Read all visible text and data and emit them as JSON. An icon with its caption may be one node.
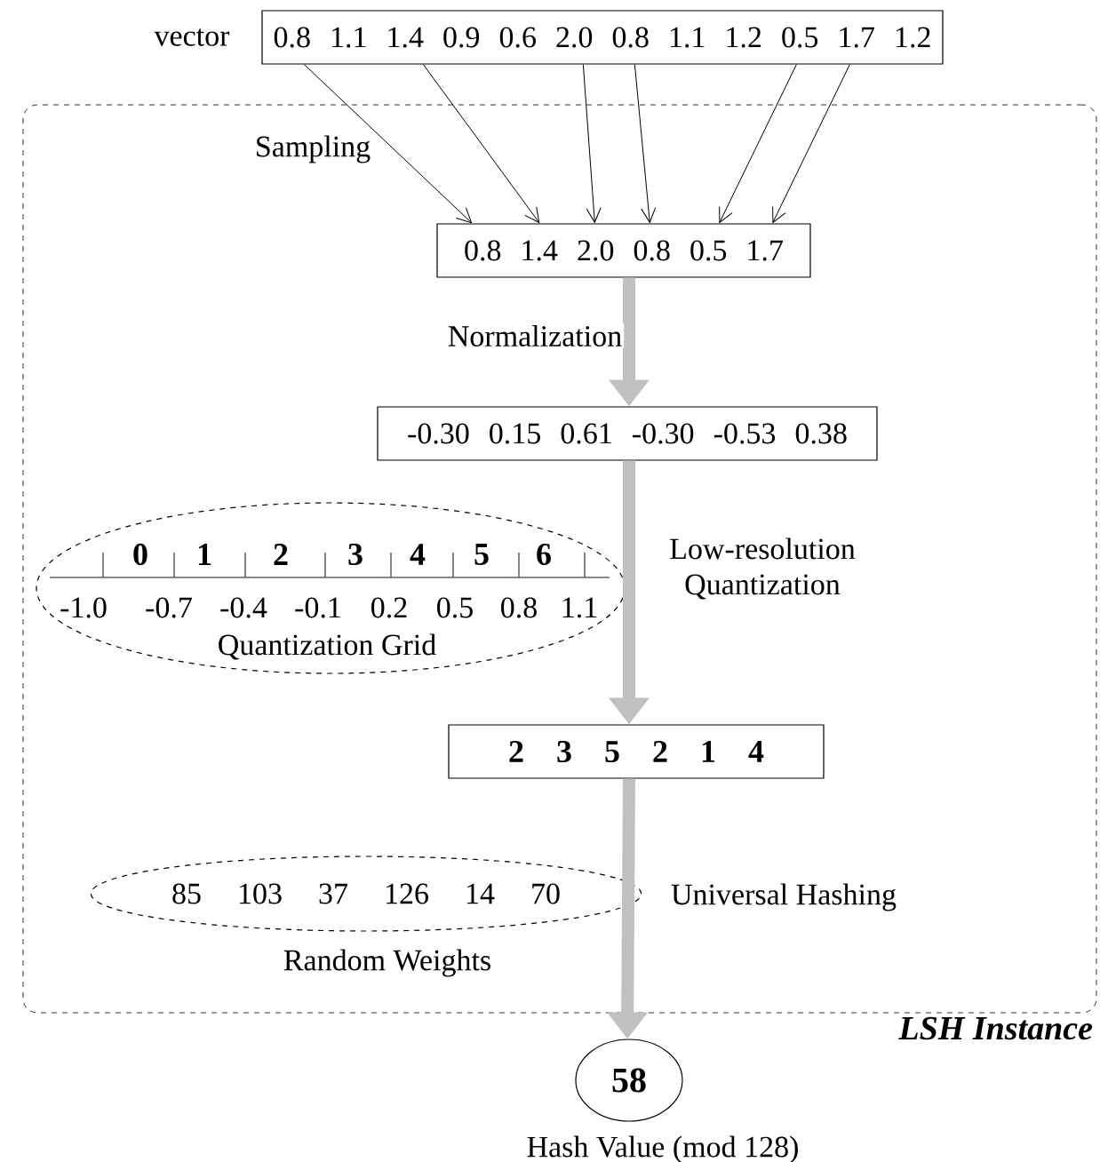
{
  "diagram": {
    "nodes": [
      {
        "text": [
          "LSH Instance"
        ]
      },
      {
        "text": [
          "0.8 1.1 1.4 0.9 0.6 2.0 0.8 1.1 1.2 0.5 1.7 1.2"
        ],
        "beside": [
          "vector"
        ]
      },
      {
        "text": [
          "0.8 1.4 2.0 0.8 0.5 1.7"
        ],
        "in": 0
      },
      {
        "text": [
          "-0.30 0.15 0.61 -0.30 -0.53 0.38"
        ],
        "in": 0
      },
      {
        "text": [
          "0",
          "1",
          "2",
          "3",
          "4",
          "5",
          "6",
          "-1.0",
          "-0.7",
          "-0.4",
          "-0.1",
          "0.2",
          "0.5",
          "0.8",
          "1.1",
          "Quantization Grid"
        ],
        "in": 0
      },
      {
        "text": [
          "2 3 5 2 1 4"
        ],
        "in": 0
      },
      {
        "text": [
          "85 103 37 126 14 70"
        ],
        "beside": [
          "Random Weights"
        ],
        "in": 0
      },
      {
        "text": [
          "58"
        ],
        "beside": [
          "Hash Value (mod 128)"
        ]
      }
    ],
    "edges": [
      {
        "from": 1,
        "to": 2,
        "arrow": "to",
        "label": "Sampling"
      },
      {
        "from": 1,
        "to": 2,
        "arrow": "to"
      },
      {
        "from": 1,
        "to": 2,
        "arrow": "to"
      },
      {
        "from": 1,
        "to": 2,
        "arrow": "to"
      },
      {
        "from": 1,
        "to": 2,
        "arrow": "to"
      },
      {
        "from": 1,
        "to": 2,
        "arrow": "to"
      },
      {
        "from": 2,
        "to": 3,
        "arrow": "to",
        "label": "Normalization",
        "style": "thick",
        "color": "#c0c0c0"
      },
      {
        "from": 3,
        "to": 5,
        "arrow": "to",
        "label": "Low-resolution Quantization",
        "style": "thick",
        "color": "#c0c0c0"
      },
      {
        "from": 5,
        "to": 7,
        "arrow": "to",
        "label": "Universal Hashing",
        "style": "thick",
        "color": "#c0c0c0"
      }
    ]
  }
}
